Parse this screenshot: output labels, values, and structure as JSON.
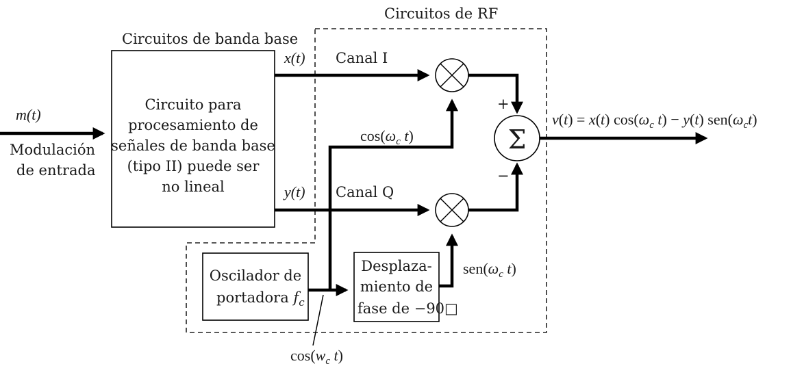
{
  "regions": {
    "rf_circuits": "Circuitos de RF",
    "baseband_circuits": "Circuitos de banda base"
  },
  "input": {
    "signal": "m(t)",
    "caption_line1": "Modulación",
    "caption_line2": "de entrada"
  },
  "baseband_block": {
    "line1": "Circuito para",
    "line2": "procesamiento de",
    "line3": "señales de banda base",
    "line4": "(tipo II) puede ser",
    "line5": "no lineal"
  },
  "signals": {
    "x": "x(t)",
    "y": "y(t)",
    "cos_carrier": "cos(ωc t)",
    "sen_carrier": "sen(ωc t)",
    "cos_bottom": "cos(wc t)",
    "output": "v(t) = x(t) cos(ωc t) − y(t) sen(ωct)"
  },
  "channels": {
    "i_label": "Canal I",
    "q_label": "Canal Q"
  },
  "oscillator": {
    "line1": "Oscilador de",
    "line2": "portadora fc"
  },
  "phase_shifter": {
    "line1": "Desplaza-",
    "line2": "miento de",
    "line3": "fase de −90",
    "missing_glyph": "□"
  },
  "summer": {
    "symbol": "Σ",
    "plus": "+",
    "minus": "−"
  },
  "colors": {
    "line": "#000000",
    "background": "#ffffff"
  }
}
